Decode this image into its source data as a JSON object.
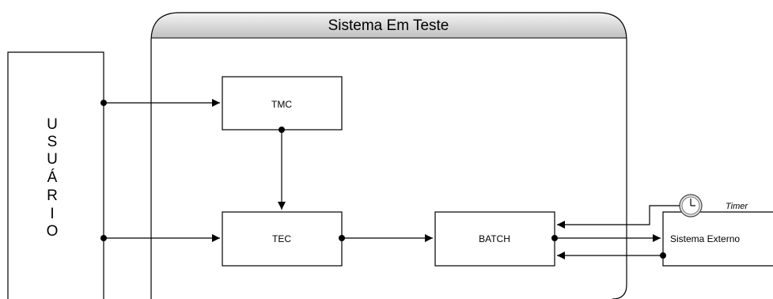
{
  "system": {
    "title": "Sistema Em Teste"
  },
  "user": {
    "letters": [
      "U",
      "S",
      "U",
      "Á",
      "R",
      "I",
      "O"
    ]
  },
  "blocks": {
    "tmc": "TMC",
    "tec": "TEC",
    "batch": "BATCH",
    "external": "Sistema Externo"
  },
  "timer": {
    "label": "Timer"
  }
}
